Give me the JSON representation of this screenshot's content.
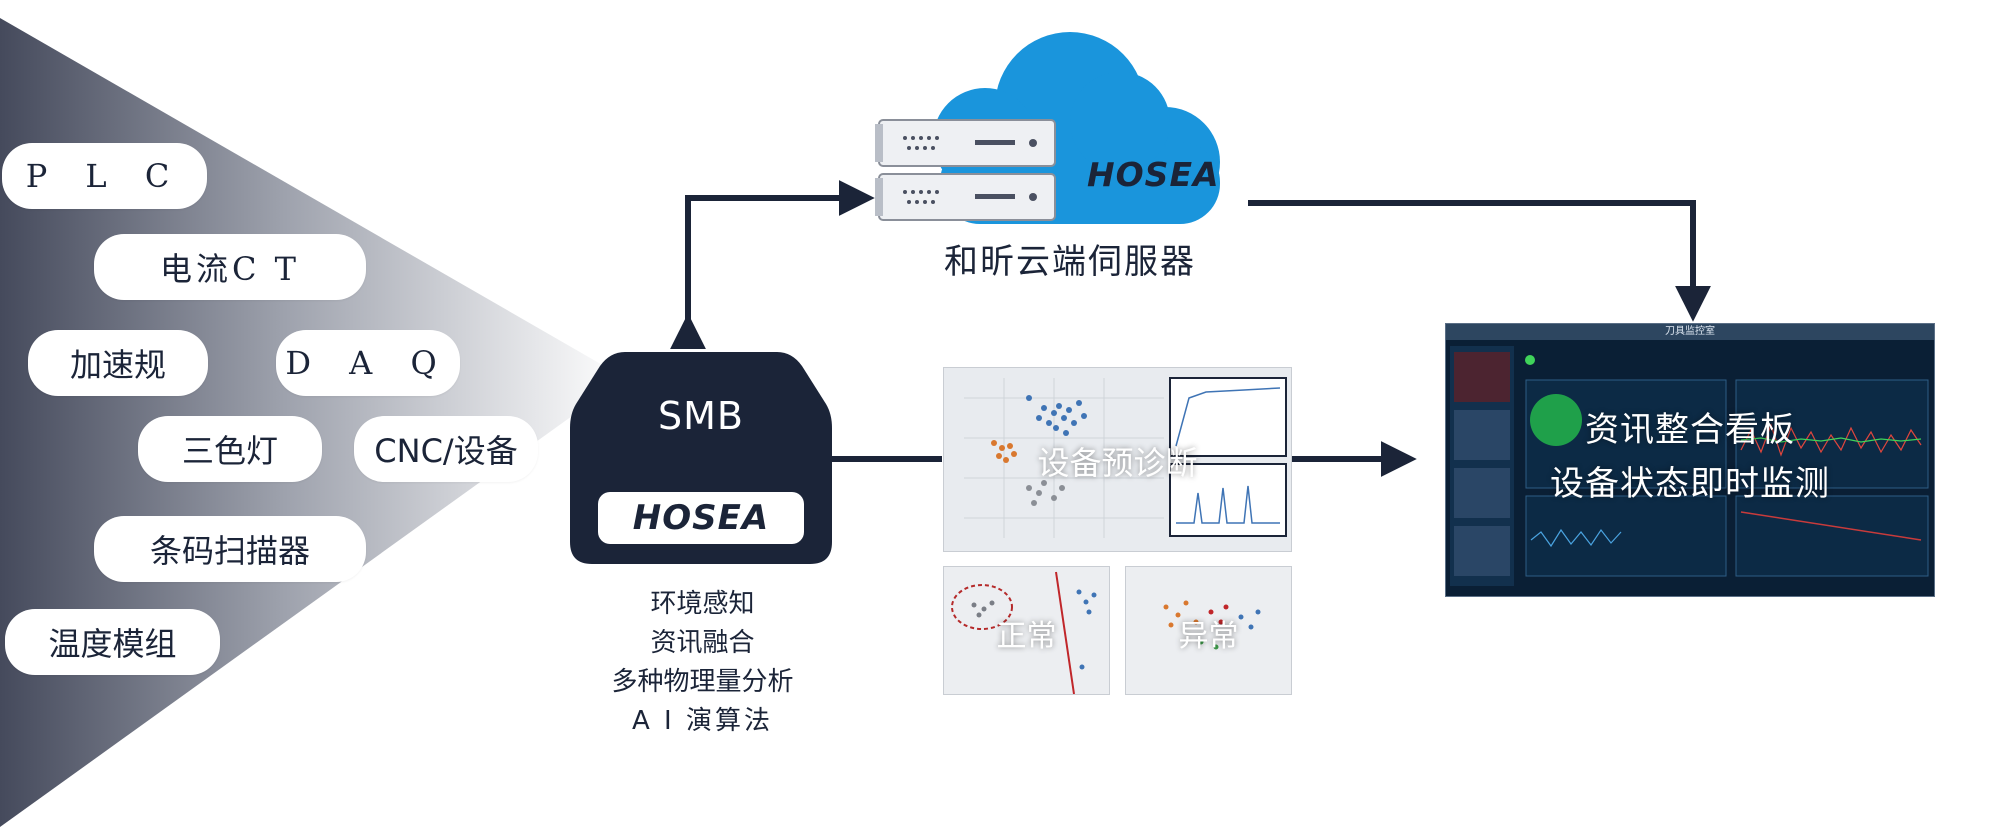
{
  "sources": [
    "P L C",
    "电流C T",
    "加速规",
    "D A Q",
    "三色灯",
    "CNC/设备",
    "条码扫描器",
    "温度模组"
  ],
  "smb": {
    "label": "SMB",
    "brand": "HOSEA",
    "features": [
      "环境感知",
      "资讯融合",
      "多种物理量分析",
      "A I 演算法"
    ]
  },
  "cloud": {
    "brand": "HOSEA",
    "caption": "和昕云端伺服器"
  },
  "diagnosis": {
    "main_label": "设备预诊断",
    "normal_label": "正常",
    "abnormal_label": "异常"
  },
  "dashboard": {
    "window_title": "刀具监控室",
    "line1": "资讯整合看板",
    "line2": "设备状态即时监测"
  },
  "colors": {
    "navy": "#1b2438",
    "cloud_blue": "#1a95dc",
    "funnel_dark": "#3e4457"
  }
}
